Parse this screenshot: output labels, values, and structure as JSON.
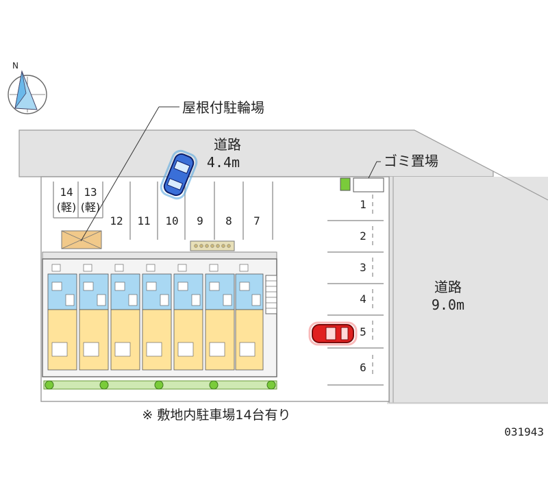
{
  "compass": {
    "north_label": "N"
  },
  "roads": {
    "north": {
      "name": "道路",
      "width": "4.4m"
    },
    "east": {
      "name": "道路",
      "width": "9.0m"
    }
  },
  "labels": {
    "bicycle_parking": "屋根付駐輪場",
    "garbage_area": "ゴミ置場"
  },
  "north_parking": {
    "spaces": [
      {
        "number": "14",
        "note": "(軽)"
      },
      {
        "number": "13",
        "note": "(軽)"
      },
      {
        "number": "12"
      },
      {
        "number": "11"
      },
      {
        "number": "10"
      },
      {
        "number": "9"
      },
      {
        "number": "8"
      },
      {
        "number": "7"
      }
    ]
  },
  "east_parking": {
    "spaces": [
      {
        "number": "1"
      },
      {
        "number": "2"
      },
      {
        "number": "3"
      },
      {
        "number": "4"
      },
      {
        "number": "5"
      },
      {
        "number": "6"
      }
    ]
  },
  "footnote": "※ 敷地内駐車場14台有り",
  "map_code": "031943",
  "colors": {
    "road": "#e3e3e3",
    "site": "#ffffff",
    "wet_area": "#a9d8f3",
    "rooms": "#ffe39a",
    "blue_car": "#1f3fd8",
    "red_car": "#e01f1f",
    "shrub": "#7acb3a"
  }
}
